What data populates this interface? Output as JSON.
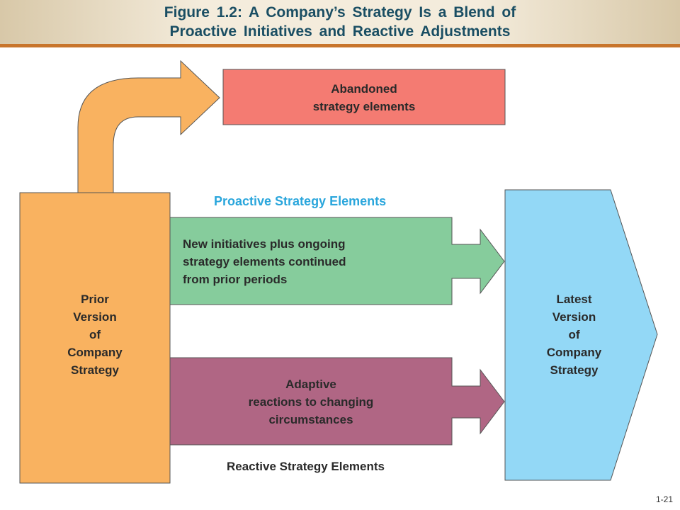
{
  "title": {
    "line1": "Figure 1.2: A Company’s Strategy Is a Blend of",
    "line2": "Proactive Initiatives and Reactive Adjustments"
  },
  "colors": {
    "prior": "#f9b260",
    "abandoned": "#f47b72",
    "proactive": "#86cc9c",
    "reactive": "#b06684",
    "latest": "#93d8f6",
    "proactive_caption": "#2aa6dc",
    "title": "#1a4e63",
    "header_rule": "#c8752c"
  },
  "diagram": {
    "prior": {
      "lines": [
        "Prior",
        "Version",
        "of",
        "Company",
        "Strategy"
      ]
    },
    "abandoned": {
      "lines": [
        "Abandoned",
        "strategy elements"
      ]
    },
    "proactive_caption": "Proactive Strategy Elements",
    "proactive": {
      "lines": [
        "New initiatives plus ongoing",
        "strategy elements continued",
        "from prior periods"
      ]
    },
    "reactive": {
      "lines": [
        "Adaptive",
        "reactions to changing",
        "circumstances"
      ]
    },
    "reactive_caption": "Reactive Strategy Elements",
    "latest": {
      "lines": [
        "Latest",
        "Version",
        "of",
        "Company",
        "Strategy"
      ]
    }
  },
  "page_number": "1-21"
}
